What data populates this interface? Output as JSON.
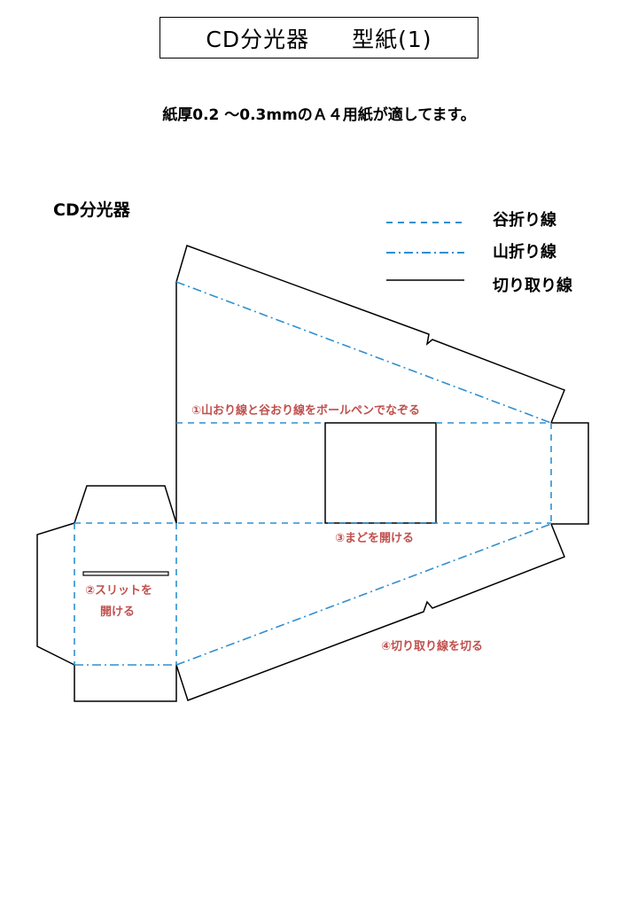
{
  "header": {
    "title_main": "CD分光器",
    "title_sub": "型紙(1)"
  },
  "instruction": "紙厚0.2 〜0.3mmのＡ４用紙が適してます。",
  "section_label": "CD分光器",
  "legend": {
    "valley_fold": "谷折り線",
    "mountain_fold": "山折り線",
    "cut_line": "切り取り線"
  },
  "notes": {
    "trace_folds": "①山おり線と谷おり線をボールペンでなぞる",
    "open_slit_line1": "②スリットを",
    "open_slit_line2": "開ける",
    "open_window": "③まどを開ける",
    "cut_out": "④切り取り線を切る"
  },
  "colors": {
    "fold_line": "#2f8fd0",
    "note_text": "#c0504d",
    "cut_line": "#000000"
  }
}
